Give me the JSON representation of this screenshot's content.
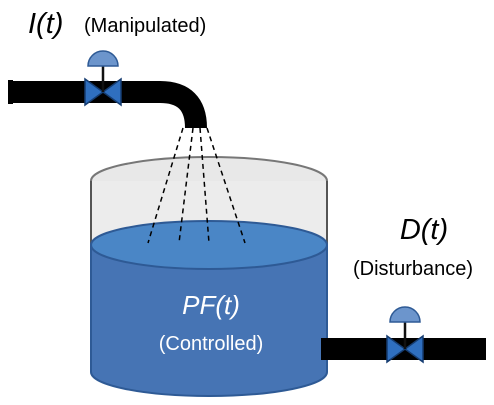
{
  "inflow": {
    "variable": "I(t)",
    "role": "(Manipulated)"
  },
  "disturbance": {
    "variable": "D(t)",
    "role": "(Disturbance)"
  },
  "tank_level": {
    "variable": "PF(t)",
    "role": "(Controlled)"
  },
  "colors": {
    "water_top": "#4a86c6",
    "water_side": "#4674b4",
    "pipe": "#000000",
    "valve_body": "#2f6fbf",
    "actuator": "#6c95cc",
    "tank_top_fill": "#e7e7e7"
  },
  "icons": [
    "valve-icon",
    "actuator-icon",
    "pipe-icon",
    "tank-icon",
    "spray-icon"
  ]
}
